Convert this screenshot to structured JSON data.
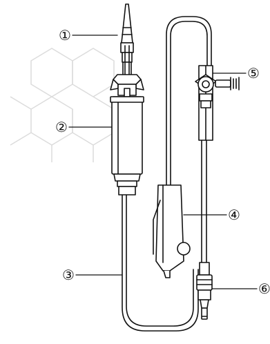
{
  "diagram": {
    "callouts": [
      {
        "id": "1",
        "symbol": "①"
      },
      {
        "id": "2",
        "symbol": "②"
      },
      {
        "id": "3",
        "symbol": "③"
      },
      {
        "id": "4",
        "symbol": "④"
      },
      {
        "id": "5",
        "symbol": "⑤"
      },
      {
        "id": "6",
        "symbol": "⑥"
      }
    ]
  },
  "colors": {
    "stroke": "#111111",
    "fill": "#ffffff",
    "watermark": "#d9d9d9"
  }
}
